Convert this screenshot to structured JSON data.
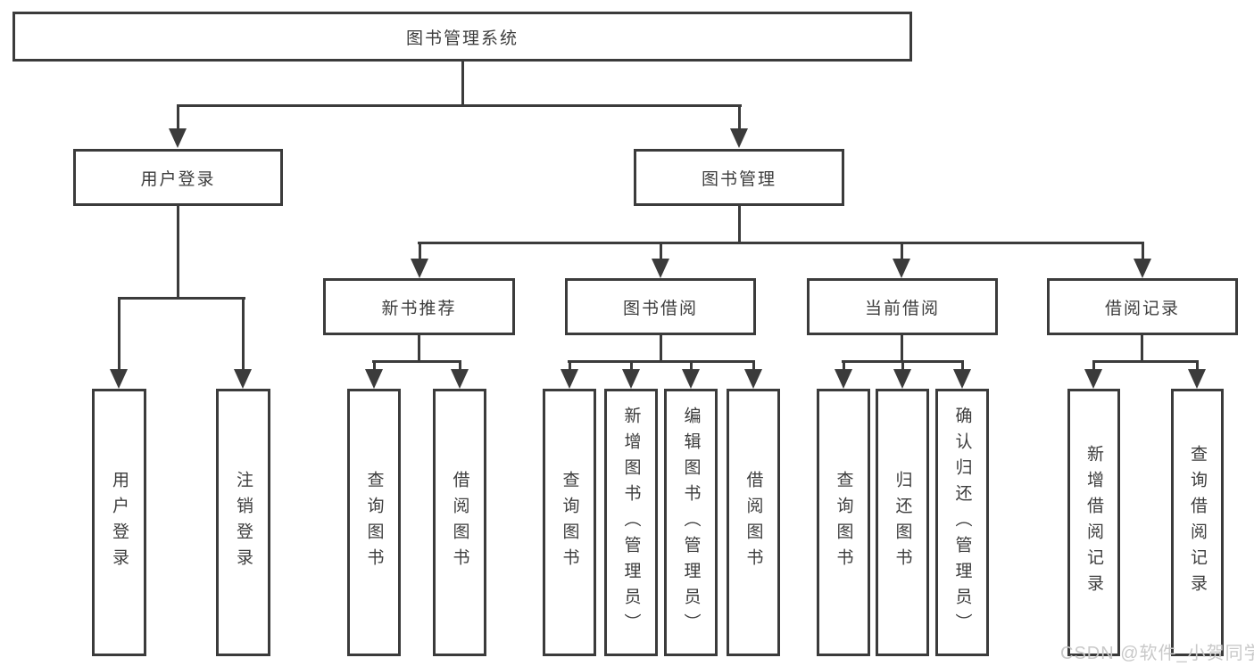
{
  "colors": {
    "line": "#3b3b3b",
    "text": "#3d3d3d",
    "background": "#ffffff",
    "watermark": "#c9c9c9"
  },
  "nodes": {
    "root": {
      "label": "图书管理系统"
    },
    "user_login": {
      "label": "用户登录"
    },
    "book_mgmt": {
      "label": "图书管理"
    },
    "new_book_rec": {
      "label": "新书推荐"
    },
    "book_borrow": {
      "label": "图书借阅"
    },
    "current_borrow": {
      "label": "当前借阅"
    },
    "borrow_records": {
      "label": "借阅记录"
    },
    "leaves": {
      "login": "用户登录",
      "logout": "注销登录",
      "rec_query": "查询图书",
      "rec_borrow": "借阅图书",
      "bb_query": "查询图书",
      "bb_add": "新增图书（管理员）",
      "bb_edit": "编辑图书（管理员）",
      "bb_borrow": "借阅图书",
      "cb_query": "查询图书",
      "cb_return": "归还图书",
      "cb_confirm": "确认归还（管理员）",
      "br_add": "新增借阅记录",
      "br_query": "查询借阅记录"
    }
  },
  "watermark": {
    "text": "CSDN @软件_小贺同学"
  }
}
